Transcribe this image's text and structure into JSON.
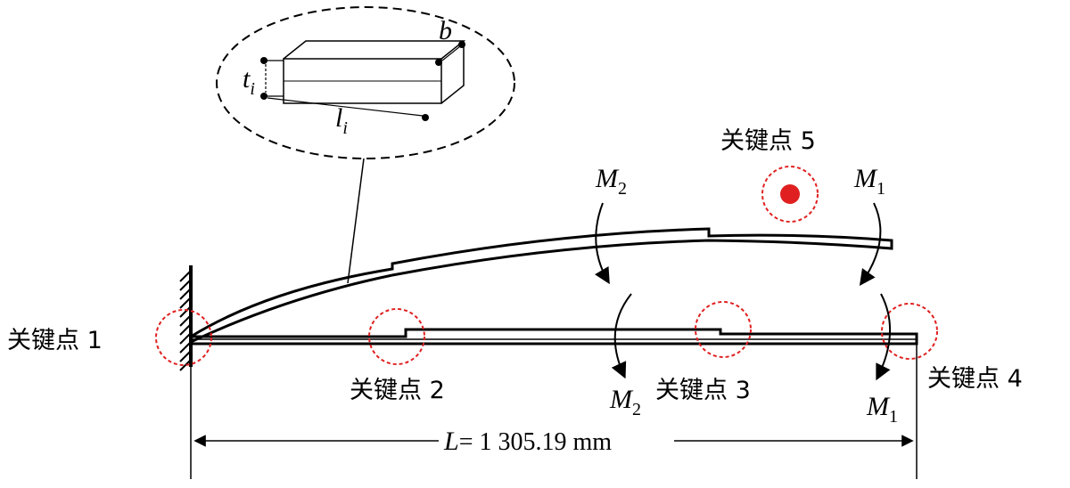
{
  "colors": {
    "line": "#000000",
    "key_point_marker": "#e02020"
  },
  "key_points": [
    {
      "id": 1,
      "label": "关键点 1"
    },
    {
      "id": 2,
      "label": "关键点 2"
    },
    {
      "id": 3,
      "label": "关键点 3"
    },
    {
      "id": 4,
      "label": "关键点 4"
    },
    {
      "id": 5,
      "label": "关键点 5"
    }
  ],
  "moments": {
    "m1": {
      "symbol": "M",
      "subscript": "1"
    },
    "m2": {
      "symbol": "M",
      "subscript": "2"
    }
  },
  "inset": {
    "thickness": {
      "symbol": "t",
      "subscript": "i"
    },
    "length": {
      "symbol": "l",
      "subscript": "i"
    },
    "width": {
      "symbol": "b"
    }
  },
  "dimension": {
    "symbol": "L",
    "value": "= 1 305.19 mm"
  }
}
